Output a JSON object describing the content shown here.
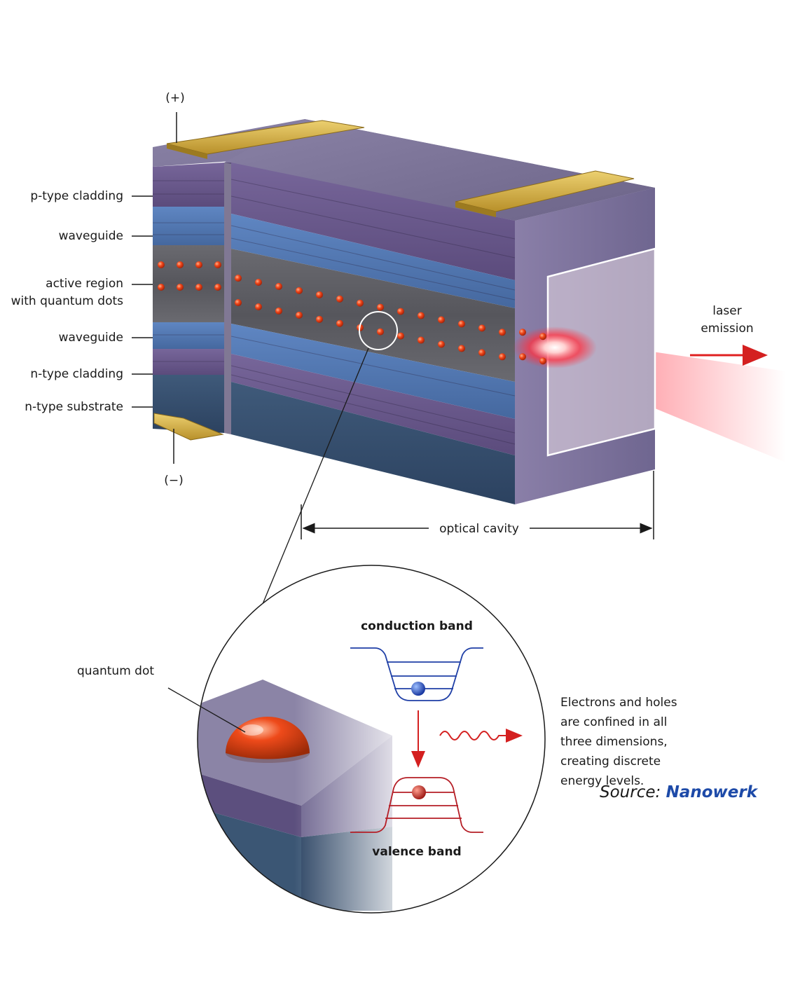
{
  "labels": {
    "plus_terminal": "(+)",
    "minus_terminal": "(−)",
    "layers": {
      "p_cladding": "p-type cladding",
      "waveguide_top": "waveguide",
      "active_region_line1": "active region",
      "active_region_line2": "with quantum dots",
      "waveguide_bottom": "waveguide",
      "n_cladding": "n-type cladding",
      "n_substrate": "n-type substrate"
    },
    "laser_line1": "laser",
    "laser_line2": "emission",
    "optical_cavity": "optical cavity",
    "quantum_dot": "quantum dot",
    "conduction_band": "conduction band",
    "valence_band": "valence band",
    "description": [
      "Electrons and holes",
      "are confined in all",
      "three dimensions,",
      "creating discrete",
      "energy levels."
    ]
  },
  "source": {
    "prefix": "Source: ",
    "name": "Nanowerk"
  },
  "colors": {
    "cladding": "#6a5a88",
    "waveguide": "#4f76b4",
    "active": "#5a5a62",
    "substrate": "#35506e",
    "contact": "#d4b040",
    "dot": "#e04a1c",
    "laser": "#ff2a3a",
    "conduction": "#1f3fa6",
    "valence": "#b51e26",
    "brand": "#1d4aa8"
  }
}
